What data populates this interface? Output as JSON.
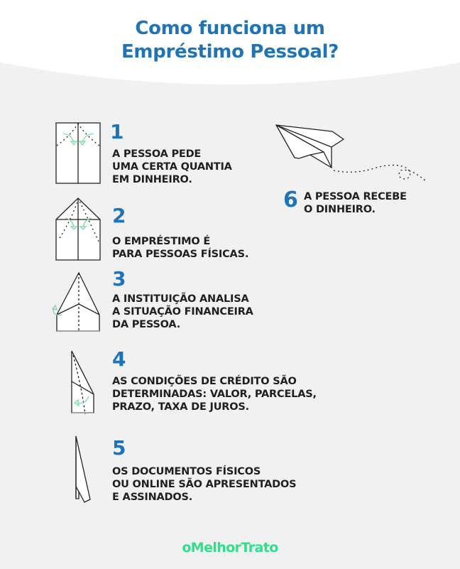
{
  "title": {
    "line1": "Como funciona um",
    "line2": "Empréstimo Pessoal?"
  },
  "colors": {
    "accent_blue": "#1f73b7",
    "text_dark": "#1f1f1f",
    "brand_green": "#2ee08a",
    "background": "#f1f1f1",
    "header_bg": "#ffffff",
    "arrow_green": "#7fd9a8"
  },
  "steps": [
    {
      "number": "1",
      "text": "A PESSOA PEDE\nUMA CERTA QUANTIA\nEM DINHEIRO.",
      "icon": "paper-fold-step-1-icon"
    },
    {
      "number": "2",
      "text": "O EMPRÉSTIMO É\nPARA PESSOAS FÍSICAS.",
      "icon": "paper-fold-step-2-icon"
    },
    {
      "number": "3",
      "text": "A INSTITUIÇÃO ANALISA\nA SITUAÇÃO FINANCEIRA\nDA PESSOA.",
      "icon": "paper-fold-step-3-icon"
    },
    {
      "number": "4",
      "text": "AS CONDIÇÕES DE CRÉDITO SÃO\nDETERMINADAS: VALOR, PARCELAS,\nPRAZO, TAXA DE JUROS.",
      "icon": "paper-fold-step-4-icon"
    },
    {
      "number": "5",
      "text": "OS DOCUMENTOS FÍSICOS\nOU ONLINE SÃO APRESENTADOS\nE ASSINADOS.",
      "icon": "paper-fold-step-5-icon"
    },
    {
      "number": "6",
      "text": "A PESSOA RECEBE\nO DINHEIRO.",
      "icon": "paper-plane-flying-icon"
    }
  ],
  "footer": {
    "logo": "oMelhorTrato"
  }
}
